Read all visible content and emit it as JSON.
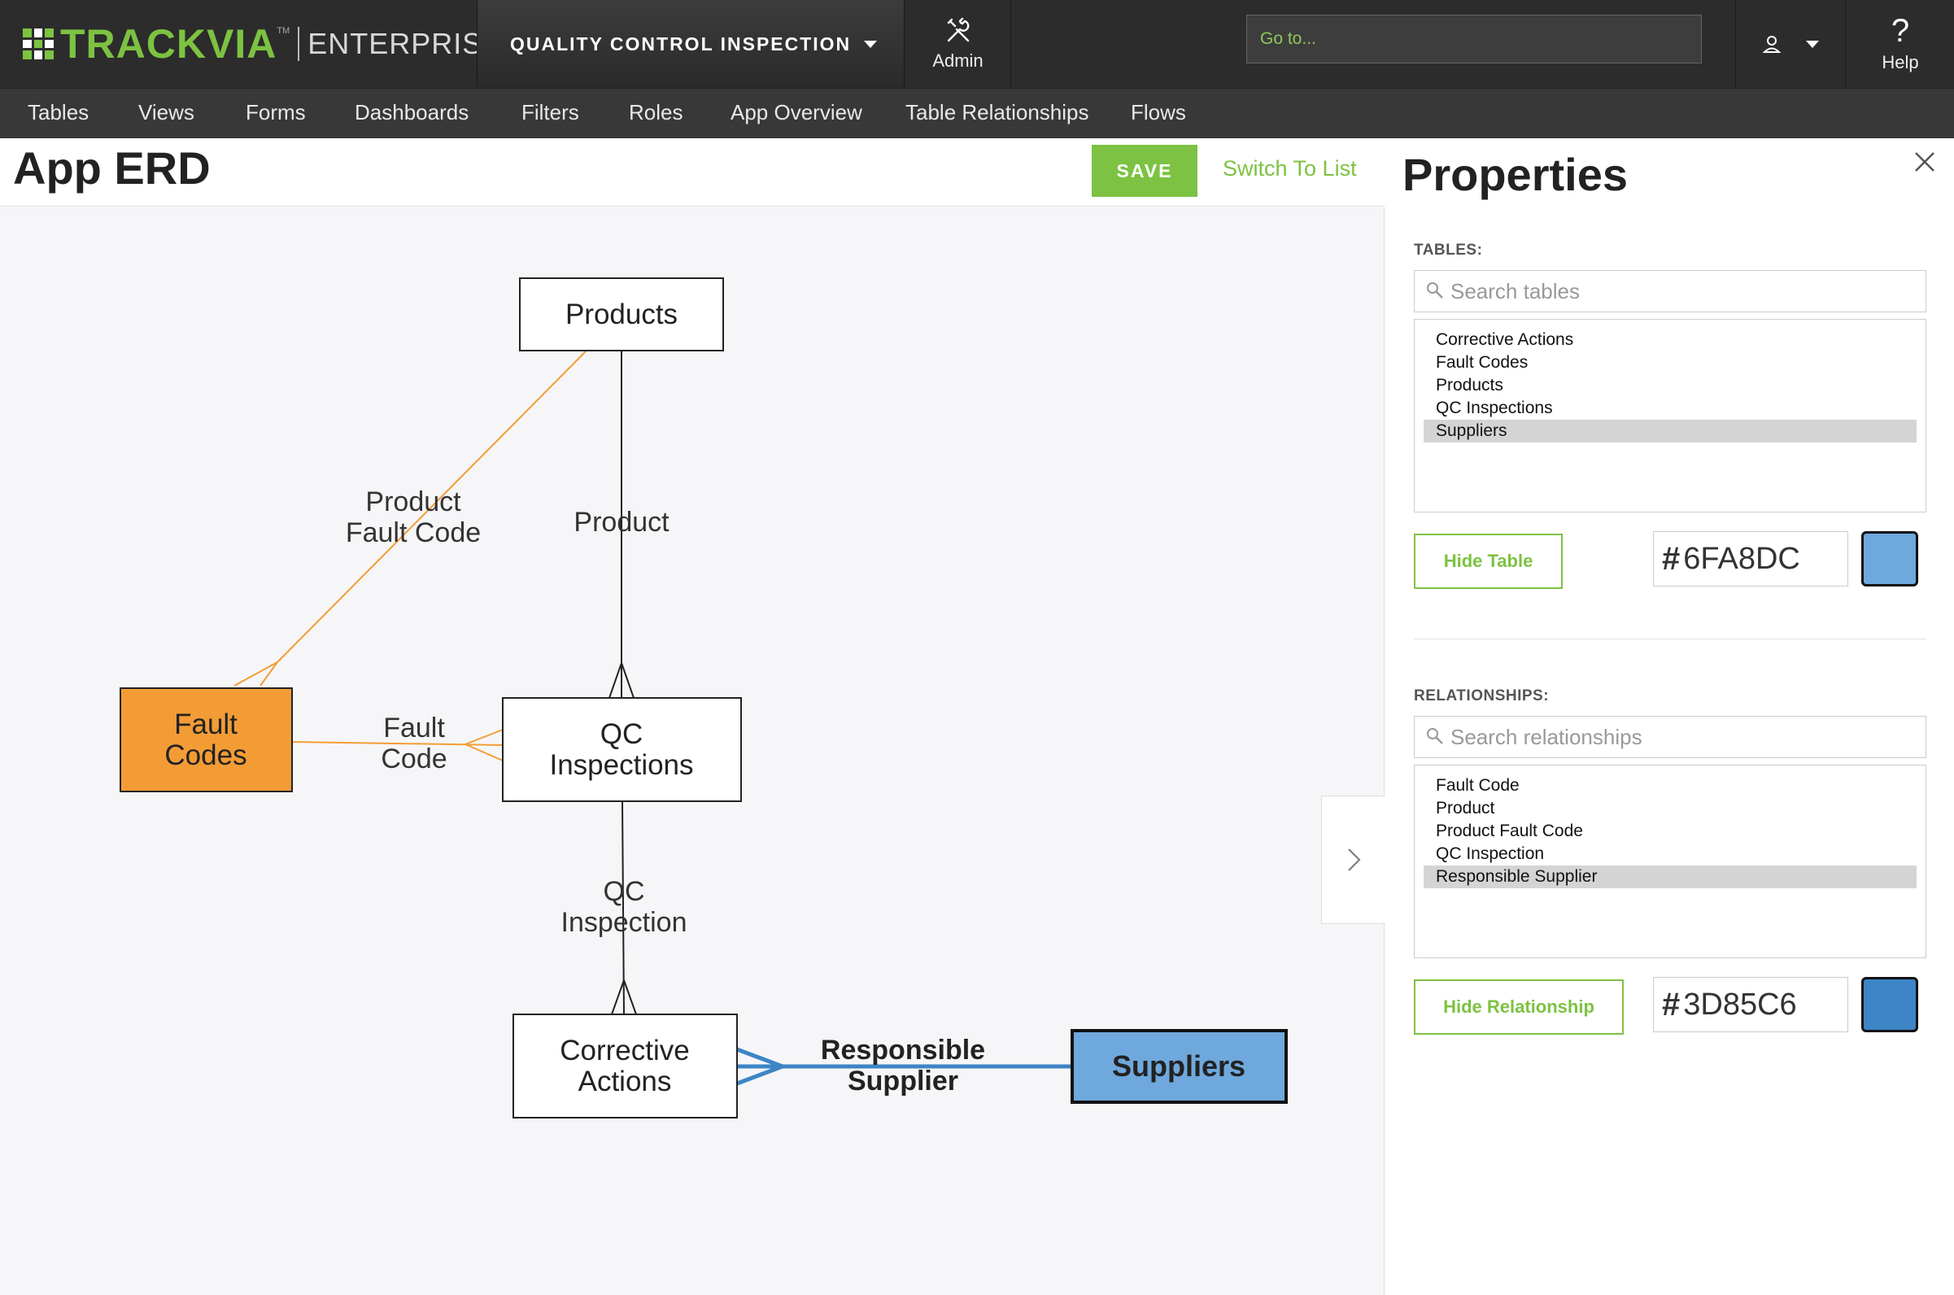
{
  "brand": {
    "logo_text": "TRACKVIA",
    "logo_tm": "TM",
    "edition": "ENTERPRISE"
  },
  "app": {
    "name": "QUALITY CONTROL INSPECTION"
  },
  "topbar": {
    "admin_label": "Admin",
    "goto_placeholder": "Go to...",
    "help_label": "Help",
    "help_glyph": "?"
  },
  "nav": {
    "items": [
      "Tables",
      "Views",
      "Forms",
      "Dashboards",
      "Filters",
      "Roles",
      "App Overview",
      "Table Relationships",
      "Flows"
    ]
  },
  "main": {
    "title": "App ERD",
    "save_label": "SAVE",
    "switch_label": "Switch To List"
  },
  "erd": {
    "tables": {
      "products": {
        "lines": [
          "Products"
        ],
        "fill": "#FFFFFF"
      },
      "fault_codes": {
        "lines": [
          "Fault",
          "Codes"
        ],
        "fill": "#F39C36"
      },
      "qc_inspections": {
        "lines": [
          "QC",
          "Inspections"
        ],
        "fill": "#FFFFFF"
      },
      "corrective_actions": {
        "lines": [
          "Corrective",
          "Actions"
        ],
        "fill": "#FFFFFF"
      },
      "suppliers": {
        "lines": [
          "Suppliers"
        ],
        "fill": "#6FA8DC"
      }
    },
    "relationships": {
      "product_fault_code": {
        "lines": [
          "Product",
          "Fault Code"
        ],
        "color": "#F39C36"
      },
      "product": {
        "lines": [
          "Product"
        ],
        "color": "#222222"
      },
      "fault_code": {
        "lines": [
          "Fault",
          "Code"
        ],
        "color": "#F39C36"
      },
      "qc_inspection": {
        "lines": [
          "QC",
          "Inspection"
        ],
        "color": "#222222"
      },
      "responsible_supplier": {
        "lines": [
          "Responsible",
          "Supplier"
        ],
        "color": "#3D85C6"
      }
    }
  },
  "properties": {
    "title": "Properties",
    "tables": {
      "label": "TABLES:",
      "search_placeholder": "Search tables",
      "items": [
        "Corrective Actions",
        "Fault Codes",
        "Products",
        "QC Inspections",
        "Suppliers"
      ],
      "selected": "Suppliers",
      "hide_label": "Hide Table",
      "hex": "6FA8DC",
      "color": "#6FA8DC"
    },
    "relationships": {
      "label": "RELATIONSHIPS:",
      "search_placeholder": "Search relationships",
      "items": [
        "Fault Code",
        "Product",
        "Product Fault Code",
        "QC Inspection",
        "Responsible Supplier"
      ],
      "selected": "Responsible Supplier",
      "hide_label": "Hide Relationship",
      "hex": "3D85C6",
      "color": "#3D85C6"
    }
  }
}
